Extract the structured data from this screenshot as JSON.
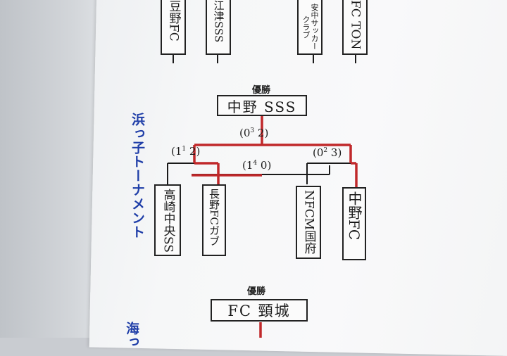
{
  "top_teams": [
    {
      "name": "豆野FC"
    },
    {
      "name": "江津SSS"
    },
    {
      "name": "安中サッカークラブ"
    },
    {
      "name": "FC TON"
    }
  ],
  "section_hama": {
    "title": "浜っ子トーナメント",
    "winner_label": "優勝",
    "champion": "中野 SSS",
    "final_score": {
      "left": "(0",
      "pk": "3",
      "right": "2)"
    },
    "semi_left_score": {
      "left": "(1",
      "pk": "1",
      "right": "2)"
    },
    "semi_right_score": {
      "left": "(0",
      "pk": "2",
      "right": "3)"
    },
    "third_place_score": {
      "left": "(1",
      "pk": "4",
      "right": "0)"
    },
    "teams": [
      {
        "name": "高崎中央SS"
      },
      {
        "name": "長野FCガブ"
      },
      {
        "name": "NFCM国府"
      },
      {
        "name": "中野FC"
      }
    ]
  },
  "section_umi": {
    "title": "海っ",
    "winner_label": "優勝",
    "champion": "FC 頸城"
  },
  "colors": {
    "title_blue": "#1f3ea8",
    "win_red": "#c0282a",
    "line_black": "#1a1a1a"
  }
}
